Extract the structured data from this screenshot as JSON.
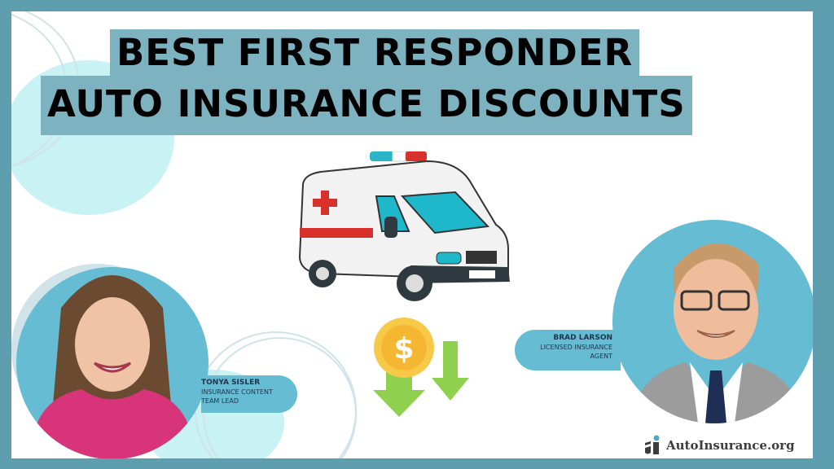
{
  "title": {
    "line1": "BEST FIRST RESPONDER",
    "line2": "AUTO INSURANCE DISCOUNTS"
  },
  "experts": [
    {
      "name": "TONYA SISLER",
      "role_line1": "INSURANCE CONTENT",
      "role_line2": "TEAM LEAD"
    },
    {
      "name": "BRAD LARSON",
      "role_line1": "LICENSED INSURANCE",
      "role_line2": "AGENT"
    }
  ],
  "illustrations": {
    "vehicle": "ambulance-icon",
    "savings": "dollar-coin-down-arrows-icon"
  },
  "brand": {
    "logo_text": "AutoInsurance.org"
  },
  "colors": {
    "frame": "#5f9eae",
    "title_highlight": "#7db3c0",
    "avatar_circle": "#66bcd2",
    "blob": "#c8f2f4",
    "text_dark": "#1f3550"
  }
}
